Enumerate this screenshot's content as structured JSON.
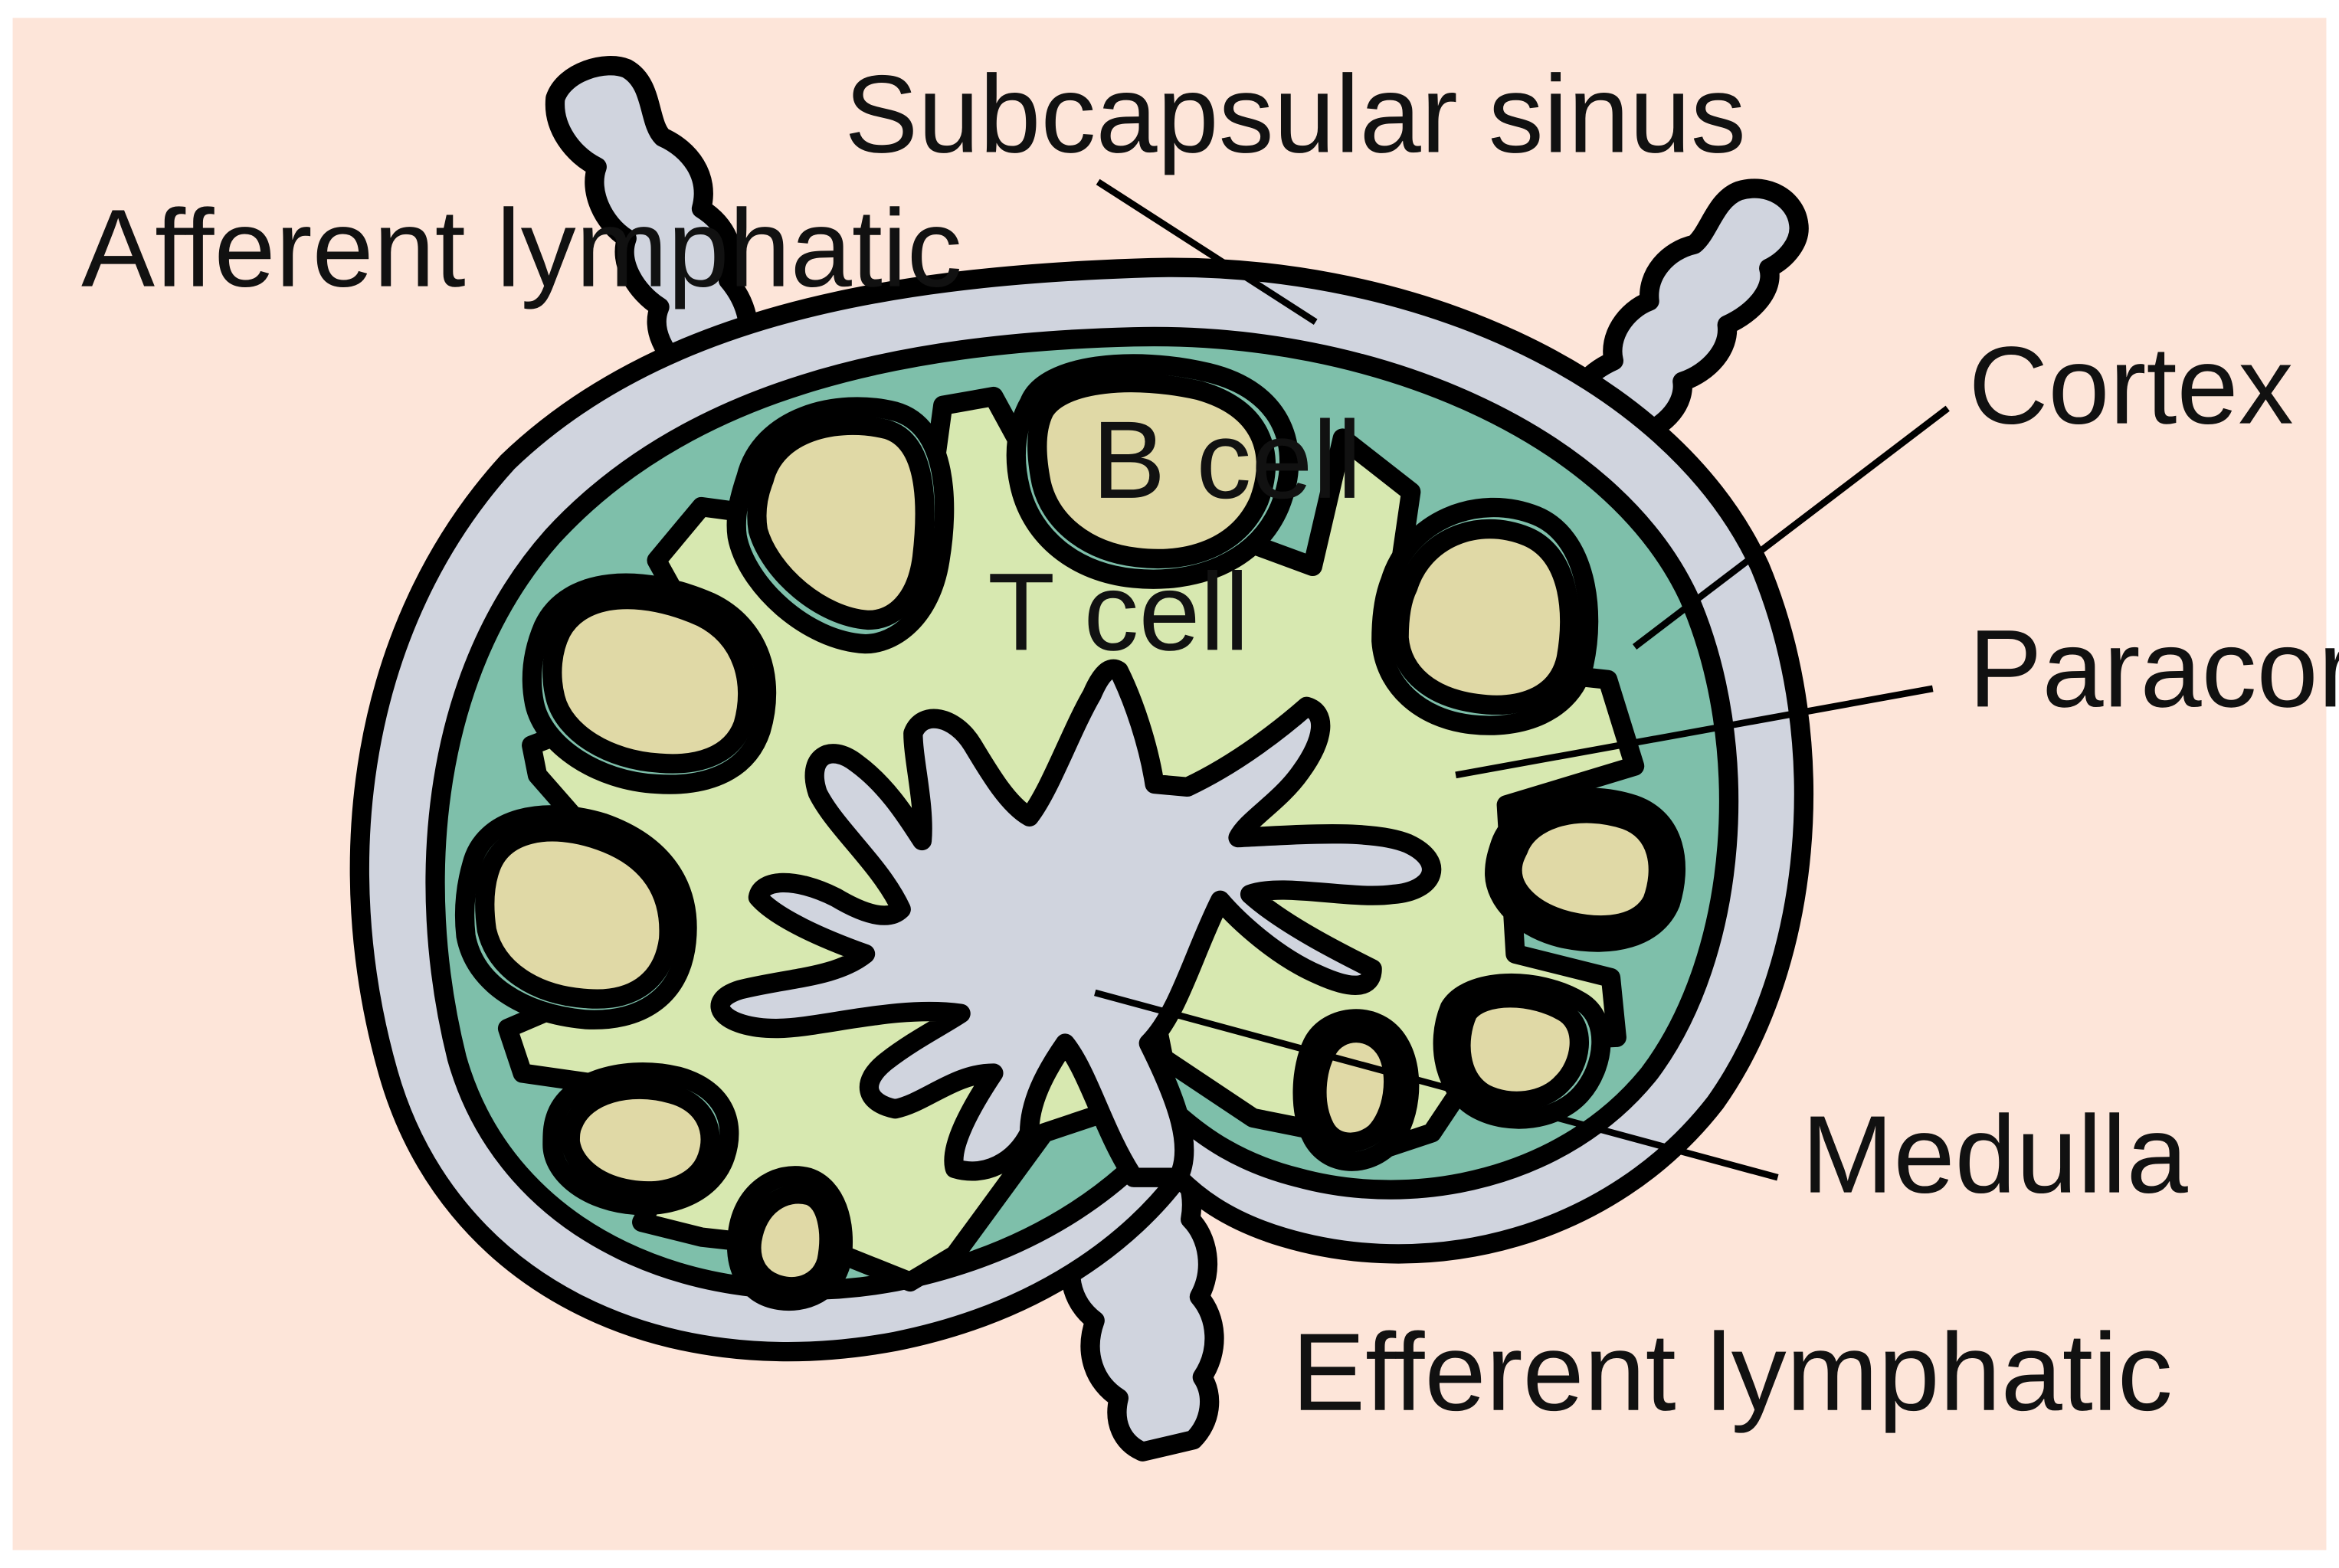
{
  "labels": {
    "afferent_lymphatic": "Afferent lymphatic",
    "subcapsular_sinus": "Subcapsular sinus",
    "cortex": "Cortex",
    "b_cell": "B cell",
    "t_cell": "T cell",
    "paracortex": "Paracortex",
    "medulla": "Medulla",
    "efferent_lymphatic": "Efferent lymphatic"
  },
  "colors": {
    "background": "#fde5d9",
    "capsule_sinus": "#d0d4de",
    "cortex": "#7ebfaa",
    "paracortex": "#d7e8b0",
    "follicle": "#e0d9a6",
    "medulla": "#d0d4de",
    "outline": "#000000"
  }
}
